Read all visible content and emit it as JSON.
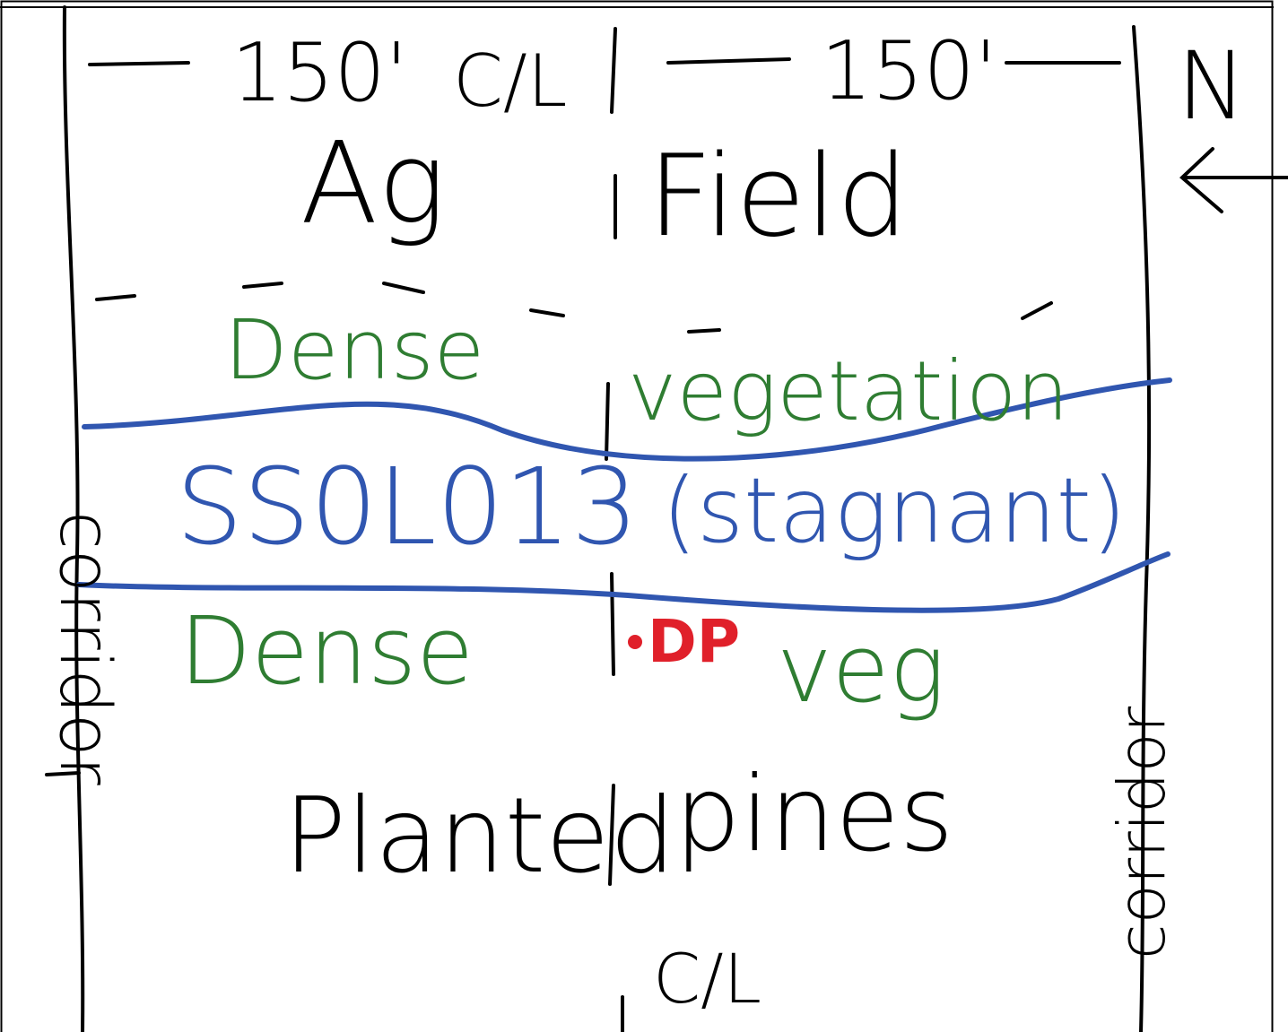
{
  "sketch": {
    "top_left_dimension": "150'",
    "centerline_label_top": "C/L",
    "top_right_dimension": "150'",
    "north_label": "N",
    "ag_field": [
      "Ag",
      "Field"
    ],
    "dense_vegetation": [
      "Dense",
      "vegetation"
    ],
    "stream_id": "SS0L013",
    "stream_condition": "(stagnant)",
    "dense_veg": [
      "Dense",
      "veg"
    ],
    "dp_label": "DP",
    "planted_pines": [
      "Planted",
      "pines"
    ],
    "centerline_label_bottom": "C/L",
    "left_corridor": "corridor",
    "right_corridor": "corridor"
  },
  "colors": {
    "frame": "#000000",
    "text_black": "#000000",
    "text_green": "#2f7d32",
    "water_blue": "#3056b0",
    "point_red": "#e0202a"
  }
}
